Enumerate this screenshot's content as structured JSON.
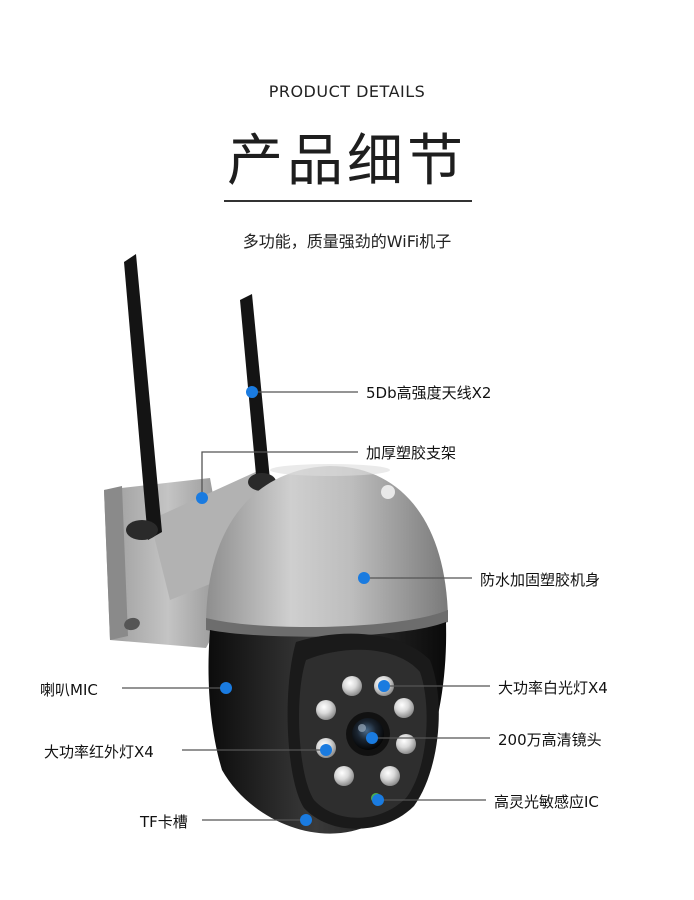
{
  "header": {
    "subtitle_en": "PRODUCT DETAILS",
    "title_cn": "产品细节",
    "tagline": "多功能，质量强劲的WiFi机子"
  },
  "callouts": {
    "antenna": "5Db高强度天线X2",
    "bracket": "加厚塑胶支架",
    "body": "防水加固塑胶机身",
    "speaker_mic": "喇叭MIC",
    "white_led": "大功率白光灯X4",
    "ir_led": "大功率红外灯X4",
    "lens": "200万高清镜头",
    "light_sensor": "高灵光敏感应IC",
    "tf_slot": "TF卡槽"
  },
  "colors": {
    "accent_dot": "#1a7be0",
    "leader_line": "#555555"
  }
}
